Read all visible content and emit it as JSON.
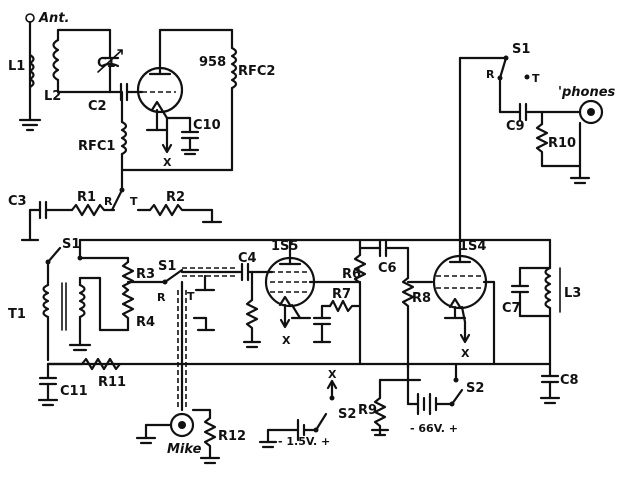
{
  "labels": {
    "ant": "Ant.",
    "L1": "L1",
    "L2": "L2",
    "L3": "L3",
    "C1": "C1",
    "C2": "C2",
    "C3": "C3",
    "C4": "C4",
    "C6": "C6",
    "C7": "C7",
    "C8": "C8",
    "C9": "C9",
    "C10": "C10",
    "C11": "C11",
    "R1": "R1",
    "R2": "R2",
    "R3": "R3",
    "R4": "R4",
    "R6": "R6",
    "R7": "R7",
    "R8": "R8",
    "R9": "R9",
    "R10": "R10",
    "R11": "R11",
    "R12": "R12",
    "RFC1": "RFC1",
    "RFC2": "RFC2",
    "T1": "T1",
    "S1": "S1",
    "S2": "S2",
    "tube_958": "958",
    "tube_1S5": "1S5",
    "tube_1S4": "1S4",
    "R": "R",
    "T": "T",
    "X": "X",
    "phones": "'phones",
    "mike": "Mike",
    "bat_1_5": "- 1.5V. +",
    "bat_66": "- 66V. +"
  }
}
